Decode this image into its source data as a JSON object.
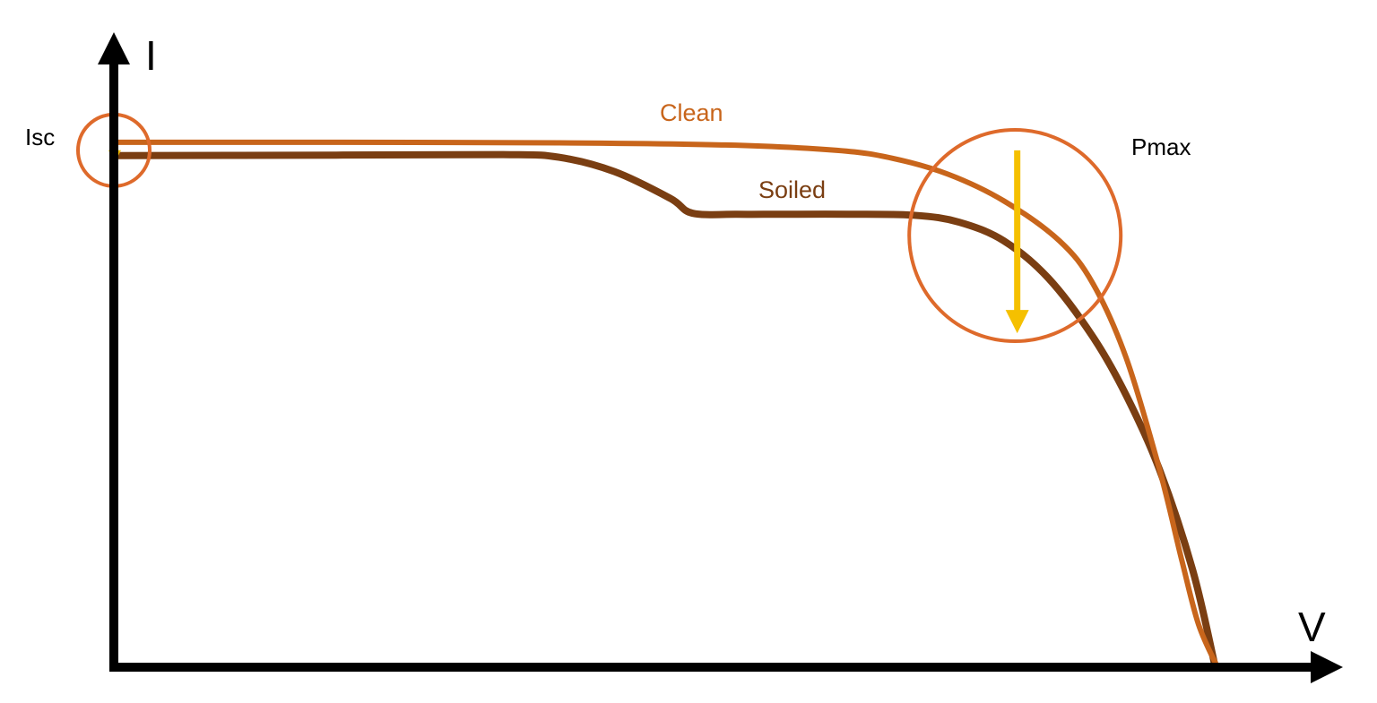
{
  "chart_data": {
    "type": "line",
    "xlabel": "V",
    "ylabel": "I",
    "xlim": [
      0,
      1
    ],
    "ylim": [
      0,
      1
    ],
    "series": [
      {
        "name": "Clean",
        "color": "#C8651B",
        "points": [
          [
            0.0,
            0.985
          ],
          [
            0.2,
            0.985
          ],
          [
            0.4,
            0.984
          ],
          [
            0.55,
            0.98
          ],
          [
            0.65,
            0.97
          ],
          [
            0.7,
            0.955
          ],
          [
            0.75,
            0.925
          ],
          [
            0.8,
            0.875
          ],
          [
            0.85,
            0.8
          ],
          [
            0.88,
            0.72
          ],
          [
            0.91,
            0.58
          ],
          [
            0.94,
            0.37
          ],
          [
            0.96,
            0.2
          ],
          [
            0.975,
            0.08
          ],
          [
            0.992,
            0.0
          ]
        ]
      },
      {
        "name": "Soiled",
        "color": "#7A3E12",
        "points": [
          [
            0.0,
            0.96
          ],
          [
            0.2,
            0.961
          ],
          [
            0.35,
            0.962
          ],
          [
            0.4,
            0.957
          ],
          [
            0.45,
            0.93
          ],
          [
            0.5,
            0.88
          ],
          [
            0.52,
            0.852
          ],
          [
            0.56,
            0.85
          ],
          [
            0.6,
            0.85
          ],
          [
            0.66,
            0.85
          ],
          [
            0.72,
            0.848
          ],
          [
            0.76,
            0.835
          ],
          [
            0.8,
            0.8
          ],
          [
            0.84,
            0.73
          ],
          [
            0.88,
            0.62
          ],
          [
            0.91,
            0.51
          ],
          [
            0.94,
            0.37
          ],
          [
            0.97,
            0.18
          ],
          [
            0.99,
            0.0
          ]
        ]
      }
    ],
    "annotations": {
      "isc_label": "Isc",
      "pmax_label": "Pmax",
      "highlight_color": "#DE6A2B",
      "arrow_color": "#F5C000",
      "isc_circle": {
        "x": 0.0,
        "y": 0.97
      },
      "pmax_circle": {
        "x": 0.81,
        "y": 0.81
      },
      "isc_arrow": {
        "from": 0.995,
        "to": 0.95
      },
      "pmax_arrow": {
        "x": 0.812,
        "from": 0.97,
        "to": 0.63
      }
    }
  }
}
